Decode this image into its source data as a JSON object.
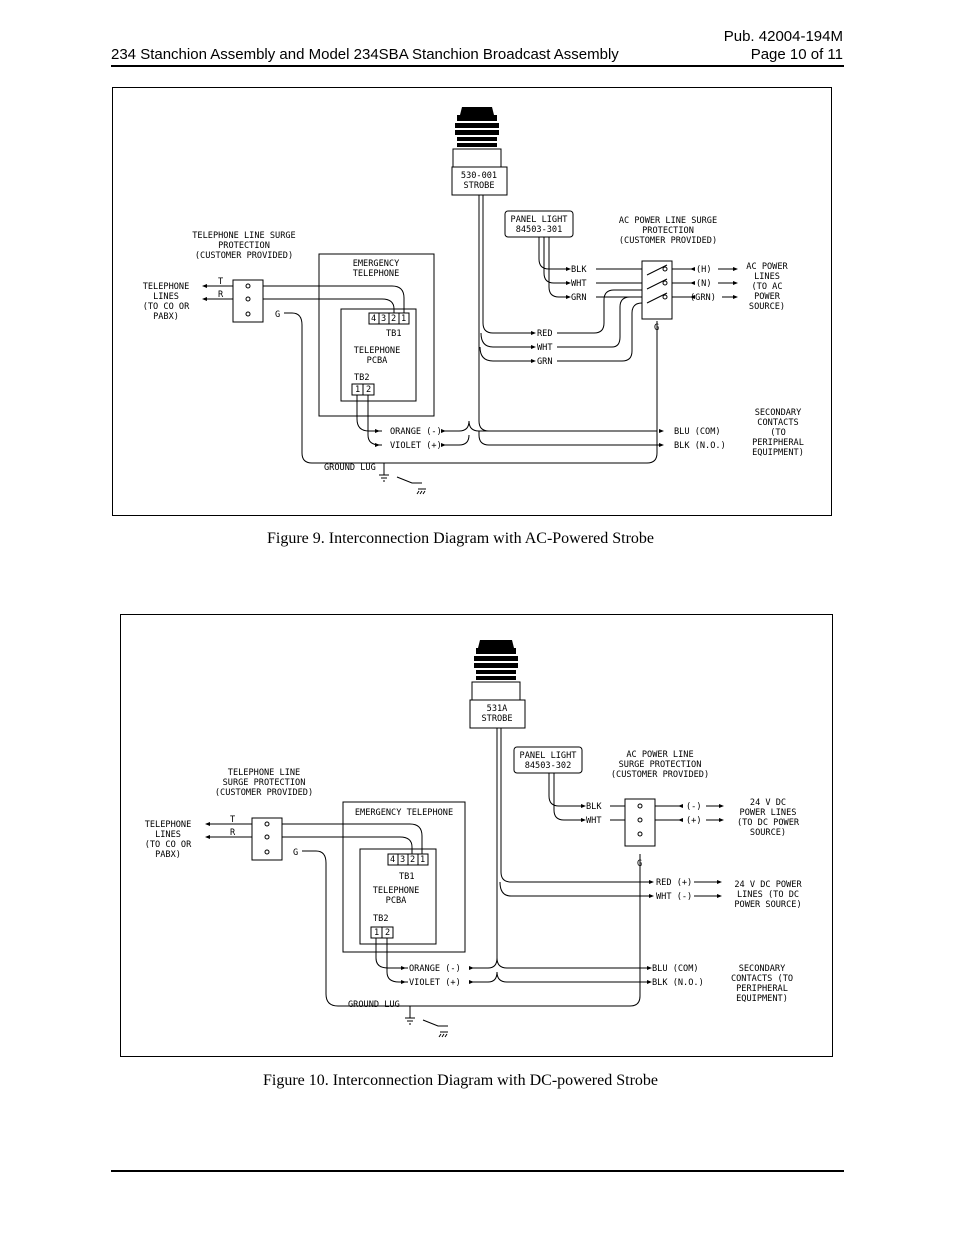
{
  "header": {
    "pub": "Pub. 42004-194M",
    "title": "234 Stanchion Assembly and Model 234SBA Stanchion Broadcast Assembly",
    "page": "Page 10 of 11"
  },
  "fig9": {
    "caption": "Figure 9.  Interconnection Diagram with AC-Powered Strobe",
    "strobe": [
      "530-001",
      "STROBE"
    ],
    "panel_light": [
      "PANEL LIGHT",
      "84503-301"
    ],
    "ac_surge": [
      "AC POWER LINE SURGE",
      "PROTECTION",
      "(CUSTOMER PROVIDED)"
    ],
    "tel_surge": [
      "TELEPHONE LINE SURGE",
      "PROTECTION",
      "(CUSTOMER PROVIDED)"
    ],
    "tel_lines": [
      "TELEPHONE",
      "LINES",
      "(TO CO OR",
      "PABX)"
    ],
    "t": "T",
    "r": "R",
    "g": "G",
    "g2": "G",
    "emergency": [
      "EMERGENCY",
      "TELEPHONE"
    ],
    "tb1": "TB1",
    "tb1_pins": [
      "4",
      "3",
      "2",
      "1"
    ],
    "pcba": [
      "TELEPHONE",
      "PCBA"
    ],
    "tb2": "TB2",
    "tb2_pins": [
      "1",
      "2"
    ],
    "blk": "BLK",
    "wht": "WHT",
    "grn": "GRN",
    "h": "(H)",
    "n": "(N)",
    "grn_p": "(GRN)",
    "ac_power": [
      "AC POWER",
      "LINES",
      "(TO AC",
      "POWER",
      "SOURCE)"
    ],
    "red": "RED",
    "wht2": "WHT",
    "grn2": "GRN",
    "orange": "ORANGE (-)",
    "violet": "VIOLET (+)",
    "blu": "BLU (COM)",
    "blkno": "BLK (N.O.)",
    "secondary": [
      "SECONDARY",
      "CONTACTS",
      "(TO",
      "PERIPHERAL",
      "EQUIPMENT)"
    ],
    "ground": "GROUND LUG"
  },
  "fig10": {
    "caption": "Figure 10.  Interconnection Diagram with DC-powered Strobe",
    "strobe": [
      "531A",
      "STROBE"
    ],
    "panel_light": [
      "PANEL LIGHT",
      "84503-302"
    ],
    "ac_surge": [
      "AC POWER LINE",
      "SURGE PROTECTION",
      "(CUSTOMER PROVIDED)"
    ],
    "tel_surge": [
      "TELEPHONE LINE",
      "SURGE PROTECTION",
      "(CUSTOMER PROVIDED)"
    ],
    "tel_lines": [
      "TELEPHONE",
      "LINES",
      "(TO CO OR",
      "PABX)"
    ],
    "t": "T",
    "r": "R",
    "g": "G",
    "g2": "G",
    "emergency": "EMERGENCY TELEPHONE",
    "tb1": "TB1",
    "tb1_pins": [
      "4",
      "3",
      "2",
      "1"
    ],
    "pcba": [
      "TELEPHONE",
      "PCBA"
    ],
    "tb2": "TB2",
    "tb2_pins": [
      "1",
      "2"
    ],
    "blk": "BLK",
    "wht": "WHT",
    "minus": "(-)",
    "plus": "(+)",
    "dc_lines": [
      "24 V DC",
      "POWER LINES",
      "(TO DC POWER",
      "SOURCE)"
    ],
    "red": "RED (+)",
    "whtm": "WHT (-)",
    "dc_lines2": [
      "24 V DC POWER",
      "LINES (TO DC",
      "POWER SOURCE)"
    ],
    "orange": "ORANGE (-)",
    "violet": "VIOLET (+)",
    "blu": "BLU (COM)",
    "blkno": "BLK (N.O.)",
    "secondary": [
      "SECONDARY",
      "CONTACTS (TO",
      "PERIPHERAL",
      "EQUIPMENT)"
    ],
    "ground": "GROUND LUG"
  }
}
